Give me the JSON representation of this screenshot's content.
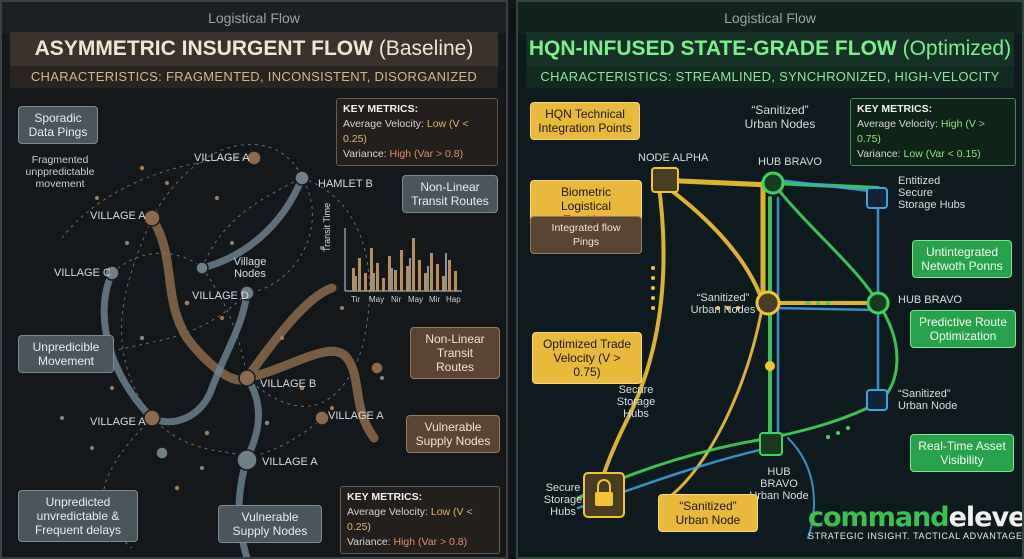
{
  "left": {
    "header": "Logistical Flow",
    "title_main": "ASYMMETRIC INSURGENT FLOW",
    "title_suffix": "(Baseline)",
    "characteristics": "CHARACTERISTICS: FRAGMENTED, INCONSISTENT, DISORGANIZED",
    "callouts": {
      "sporadic": "Sporadic Data Pings",
      "fragmented": "Fragmented unppredictable movement",
      "nonlinear_top": "Non-Linear Transit Routes",
      "unpredictable": "Unpredicible Movement",
      "nonlinear_mid": "Non-Linear Transit Routes",
      "vulnerable_right": "Vulnerable Supply Nodes",
      "delays": "Unpredicted unvredictable & Frequent delays",
      "vulnerable_bottom": "Vulnerable Supply Nodes"
    },
    "nodes": {
      "village_a_top": "VILLAGE A",
      "hamlet_b": "HAMLET B",
      "village_a_left": "VILLAGE A",
      "village_c": "VILLAGE C",
      "village_nodes": "Village Nodes",
      "village_d": "VILLAGE D",
      "village_b": "VILLAGE B",
      "village_a_right": "VILLAGE A",
      "village_a_lower": "VILLAGE A",
      "village_a_bottom": "VILLAGE A"
    },
    "metrics_top": {
      "heading": "KEY METRICS:",
      "velocity_label": "Average Velocity:",
      "velocity_value": "Low (V < 0.25)",
      "variance_label": "Variance:",
      "variance_value": "High (Var > 0.8)"
    },
    "metrics_bottom": {
      "heading": "KEY METRICS:",
      "velocity_label": "Average Velocity:",
      "velocity_value": "Low (V < 0.25)",
      "variance_label": "Variance:",
      "variance_value": "High (Var > 0.8)"
    },
    "mini_chart": {
      "ylabel": "Transit Time",
      "ticks": [
        "Tir",
        "May",
        "Nir",
        "May",
        "Mir",
        "Hap"
      ]
    }
  },
  "right": {
    "header": "Logistical Flow",
    "title_main": "HQN-INFUSED STATE-GRADE FLOW",
    "title_suffix": "(Optimized)",
    "characteristics": "CHARACTERISTICS: STREAMLINED, SYNCHRONIZED, HIGH-VELOCITY",
    "callouts": {
      "hqn": "HQN Technical Integration Points",
      "biometric": "Biometric Logistical Tracking",
      "integrated": "Integrated flow Pings",
      "optimized_trade": "Optimized Trade Velocity (V > 0.75)",
      "untegrated": "Untintegrated Netwoth Ponns",
      "predictive": "Predictive Route Optimization",
      "realtime": "Real-Time Asset Visibility",
      "sanitized_bottom": "“Sanitized” Urban Node"
    },
    "nodes": {
      "sanitized_top": "“Sanitized” Urban Nodes",
      "node_alpha": "NODE ALPHA",
      "hub_bravo_top": "HUB BRAVO",
      "entitized": "Entitized Secure Storage Hubs",
      "sanitized_mid": "“Sanitized” Urban Nodes",
      "hub_bravo_right": "HUB BRAVO",
      "secure_mid": "Secure Storage Hubs",
      "sanitized_right": "“Sanitized” Urban Node",
      "hub_bravo_bottom": "HUB BRAVO Urban Node",
      "secure_bottom": "Secure Storage Hubs"
    },
    "metrics": {
      "heading": "KEY METRICS:",
      "velocity_label": "Average Velocity:",
      "velocity_value": "High (V > 0.75)",
      "variance_label": "Variance:",
      "variance_value": "Low (Var < 0.15)"
    },
    "brand": {
      "part1": "command",
      "part2": "eleven",
      "tagline": "STRATEGIC INSIGHT. TACTICAL ADVANTAGE."
    }
  },
  "colors": {
    "left_accent": "#c9a77a",
    "right_yellow": "#f2c434",
    "right_green": "#3fd35d",
    "right_blue": "#3fa3e0"
  }
}
